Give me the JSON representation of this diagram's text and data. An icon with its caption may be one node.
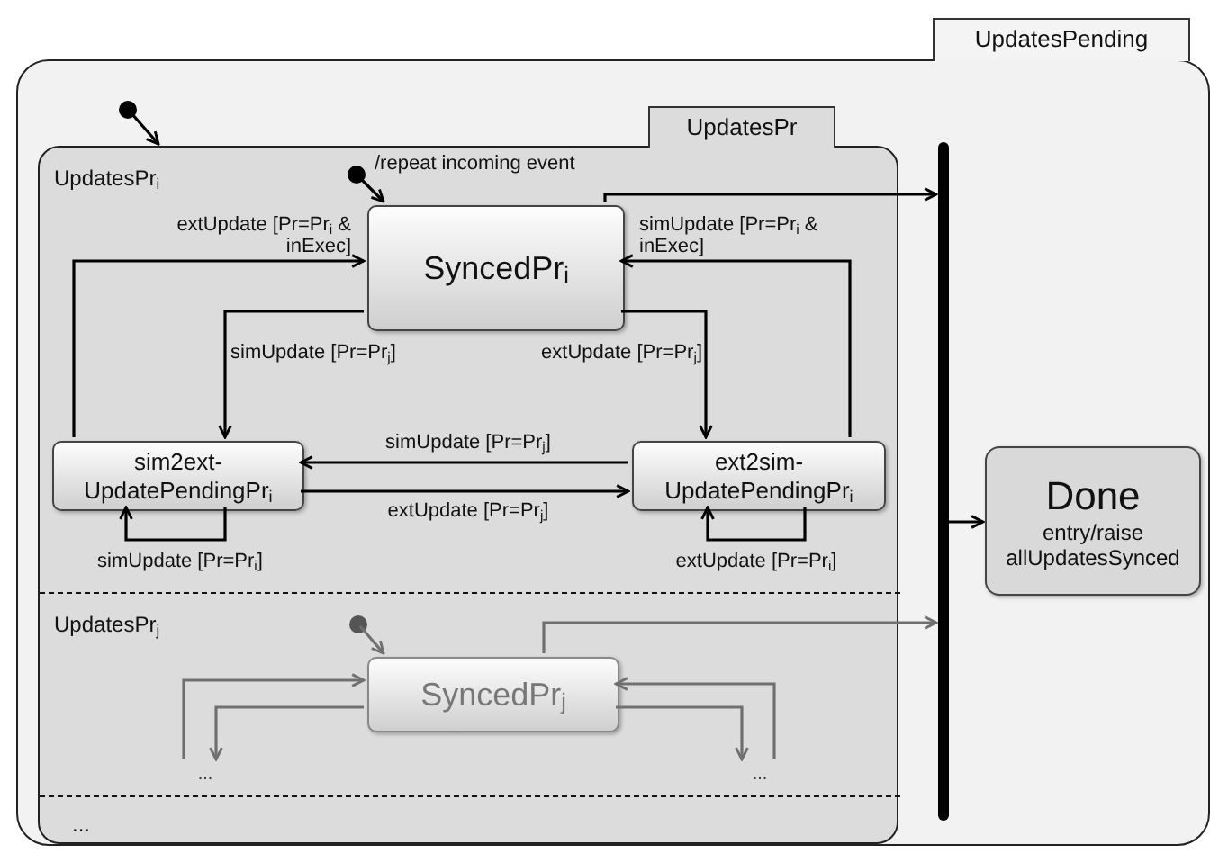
{
  "diagram": {
    "nodes": [
      {
        "text": [
          "UpdatesPending"
        ]
      },
      {
        "text": [
          "UpdatesPr"
        ],
        "in": 0
      },
      {
        "text": [
          "UpdatesPr$_{i}$"
        ],
        "in": 1
      },
      {
        "text": [],
        "shape": "circle",
        "in": 0
      },
      {
        "text": [],
        "shape": "circle",
        "in": 2
      },
      {
        "text": [
          "SyncedPr$_{i}$"
        ],
        "in": 2
      },
      {
        "text": [
          "sim2ext- UpdatePendingPr$_{i}$"
        ],
        "in": 2
      },
      {
        "text": [
          "ext2sim- UpdatePendingPr$_{i}$"
        ],
        "in": 2
      },
      {
        "text": [
          "UpdatesPr$_{j}$"
        ],
        "in": 1
      },
      {
        "text": [],
        "shape": "circle",
        "in": 8
      },
      {
        "text": [
          "SyncedPr$_{j}$"
        ],
        "in": 8
      },
      {
        "text": [
          "..."
        ],
        "in": 8
      },
      {
        "text": [
          "..."
        ],
        "in": 8
      },
      {
        "text": [
          "..."
        ],
        "in": 1
      },
      {
        "text": [],
        "shape": "bar",
        "in": 0
      },
      {
        "text": [
          "Done",
          "entry/raise allUpdatesSynced"
        ],
        "in": 0
      }
    ],
    "edges": [
      {
        "from": 3,
        "to": 1,
        "arrow": "to"
      },
      {
        "from": 4,
        "to": 5,
        "arrow": "to",
        "label": "/repeat incoming event"
      },
      {
        "from": 5,
        "to": 14,
        "arrow": "to"
      },
      {
        "from": 6,
        "to": 5,
        "arrow": "to",
        "label": "extUpdate [Pr=Pr$_{i}$ & inExec]"
      },
      {
        "from": 5,
        "to": 6,
        "arrow": "to",
        "label": "simUpdate [Pr=Pr$_{j}$]"
      },
      {
        "from": 5,
        "to": 7,
        "arrow": "to",
        "label": "extUpdate [Pr=Pr$_{j}$]"
      },
      {
        "from": 7,
        "to": 5,
        "arrow": "to",
        "label": "simUpdate [Pr=Pr$_{i}$ & inExec]"
      },
      {
        "from": 7,
        "to": 6,
        "arrow": "to",
        "label": "simUpdate [Pr=Pr$_{j}$]"
      },
      {
        "from": 6,
        "to": 7,
        "arrow": "to",
        "label": "extUpdate [Pr=Pr$_{j}$]"
      },
      {
        "from": 6,
        "to": 6,
        "arrow": "to",
        "label": "simUpdate [Pr=Pr$_{i}$]"
      },
      {
        "from": 7,
        "to": 7,
        "arrow": "to",
        "label": "extUpdate [Pr=Pr$_{i}$]"
      },
      {
        "from": 9,
        "to": 10,
        "arrow": "to",
        "color": "#707070"
      },
      {
        "from": 10,
        "to": 14,
        "arrow": "to",
        "color": "#707070"
      },
      {
        "from": 11,
        "to": 10,
        "arrow": "to",
        "color": "#707070"
      },
      {
        "from": 10,
        "to": 11,
        "arrow": "to",
        "color": "#707070"
      },
      {
        "from": 12,
        "to": 10,
        "arrow": "to",
        "color": "#707070"
      },
      {
        "from": 10,
        "to": 12,
        "arrow": "to",
        "color": "#707070"
      },
      {
        "from": 14,
        "to": 15,
        "arrow": "to"
      }
    ]
  }
}
